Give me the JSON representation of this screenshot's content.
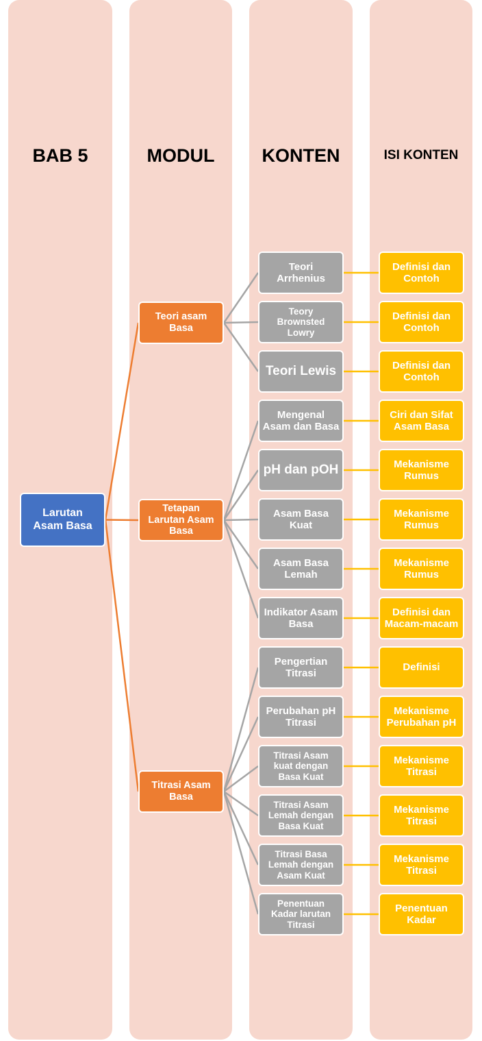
{
  "columns": [
    {
      "title": "BAB 5"
    },
    {
      "title": "MODUL"
    },
    {
      "title": "KONTEN"
    },
    {
      "title": "ISI KONTEN"
    }
  ],
  "colors": {
    "column_bg": "#f7d7cd",
    "root": "#4472c4",
    "module": "#ed7d31",
    "content": "#a5a5a5",
    "isi": "#ffc000",
    "root_link": "#ed7d31",
    "module_link": "#a5a5a5",
    "isi_link": "#ffc000"
  },
  "root": {
    "label": "Larutan\nAsam Basa"
  },
  "modules": [
    {
      "label": "Teori asam\nBasa"
    },
    {
      "label": "Tetapan\nLarutan Asam\nBasa"
    },
    {
      "label": "Titrasi Asam\nBasa"
    }
  ],
  "contents": [
    {
      "module": 0,
      "label": "Teori\nArrhenius",
      "isi": "Definisi dan\nContoh"
    },
    {
      "module": 0,
      "label": "Teory\nBrownsted\nLowry",
      "isi": "Definisi dan\nContoh"
    },
    {
      "module": 0,
      "label": "Teori Lewis",
      "isi": "Definisi dan\nContoh"
    },
    {
      "module": 1,
      "label": "Mengenal\nAsam dan Basa",
      "isi": "Ciri dan Sifat\nAsam Basa"
    },
    {
      "module": 1,
      "label": "pH dan pOH",
      "isi": "Mekanisme\nRumus"
    },
    {
      "module": 1,
      "label": "Asam Basa\nKuat",
      "isi": "Mekanisme\nRumus"
    },
    {
      "module": 1,
      "label": "Asam Basa\nLemah",
      "isi": "Mekanisme\nRumus"
    },
    {
      "module": 1,
      "label": "Indikator Asam\nBasa",
      "isi": "Definisi dan\nMacam-macam"
    },
    {
      "module": 2,
      "label": "Pengertian\nTitrasi",
      "isi": "Definisi"
    },
    {
      "module": 2,
      "label": "Perubahan pH\nTitrasi",
      "isi": "Mekanisme\nPerubahan pH"
    },
    {
      "module": 2,
      "label": "Titrasi Asam\nkuat dengan\nBasa Kuat",
      "isi": "Mekanisme\nTitrasi"
    },
    {
      "module": 2,
      "label": "Titrasi Asam\nLemah dengan\nBasa Kuat",
      "isi": "Mekanisme\nTitrasi"
    },
    {
      "module": 2,
      "label": "Titrasi Basa\nLemah dengan\nAsam Kuat",
      "isi": "Mekanisme\nTitrasi"
    },
    {
      "module": 2,
      "label": "Penentuan\nKadar larutan\nTitrasi",
      "isi": "Penentuan\nKadar"
    }
  ]
}
